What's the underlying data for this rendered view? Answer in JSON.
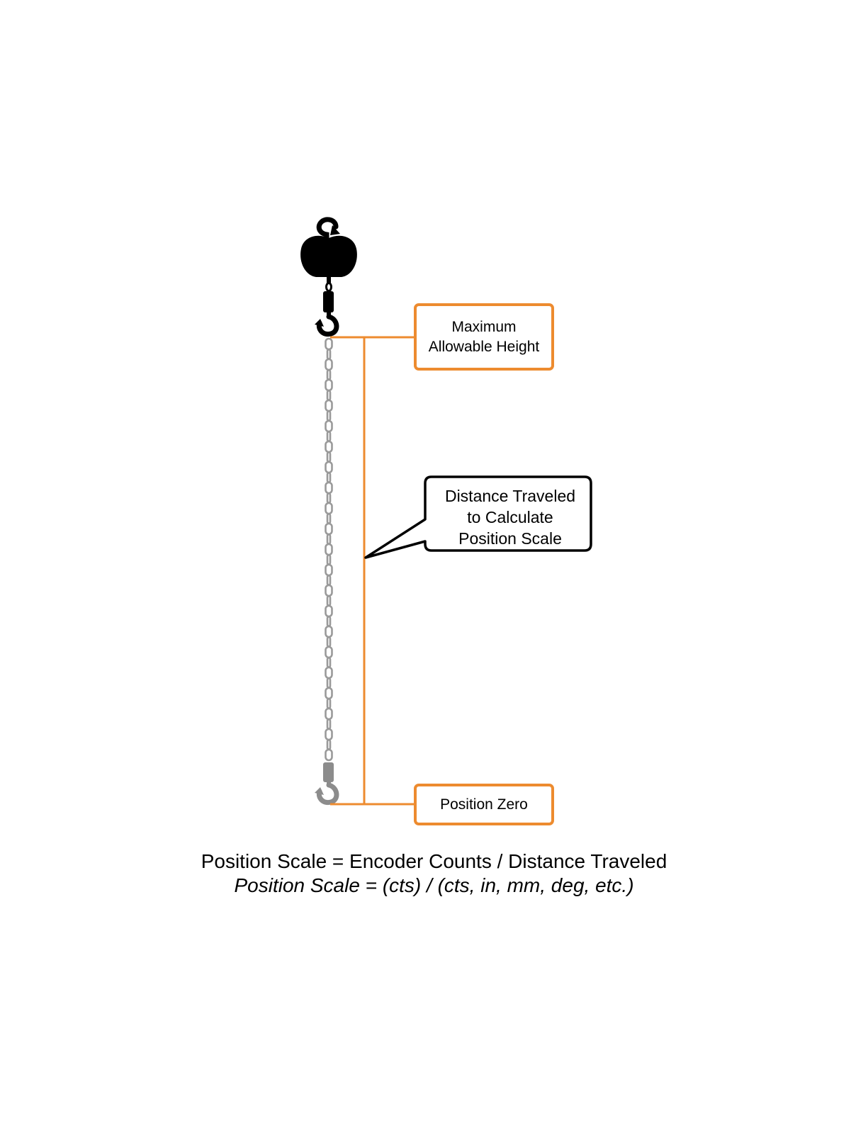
{
  "labels": {
    "max_height": {
      "line1": "Maximum",
      "line2": "Allowable Height"
    },
    "distance": {
      "line1": "Distance Traveled",
      "line2": "to Calculate",
      "line3": "Position Scale"
    },
    "zero": "Position Zero"
  },
  "formula": {
    "main": "Position Scale = Encoder Counts / Distance Traveled",
    "units": "Position Scale = (cts) / (cts, in, mm, deg, etc.)"
  },
  "colors": {
    "accent": "#ed8b2f",
    "hoist": "#000000",
    "chain": "#9a9a9a",
    "lowered_hook": "#8c8c8c"
  },
  "icons": {
    "hoist": "hoist-body-icon",
    "top_hook": "hook-icon",
    "upper_load_hook": "hook-icon",
    "lower_load_hook": "hook-icon",
    "chain": "chain-icon"
  }
}
